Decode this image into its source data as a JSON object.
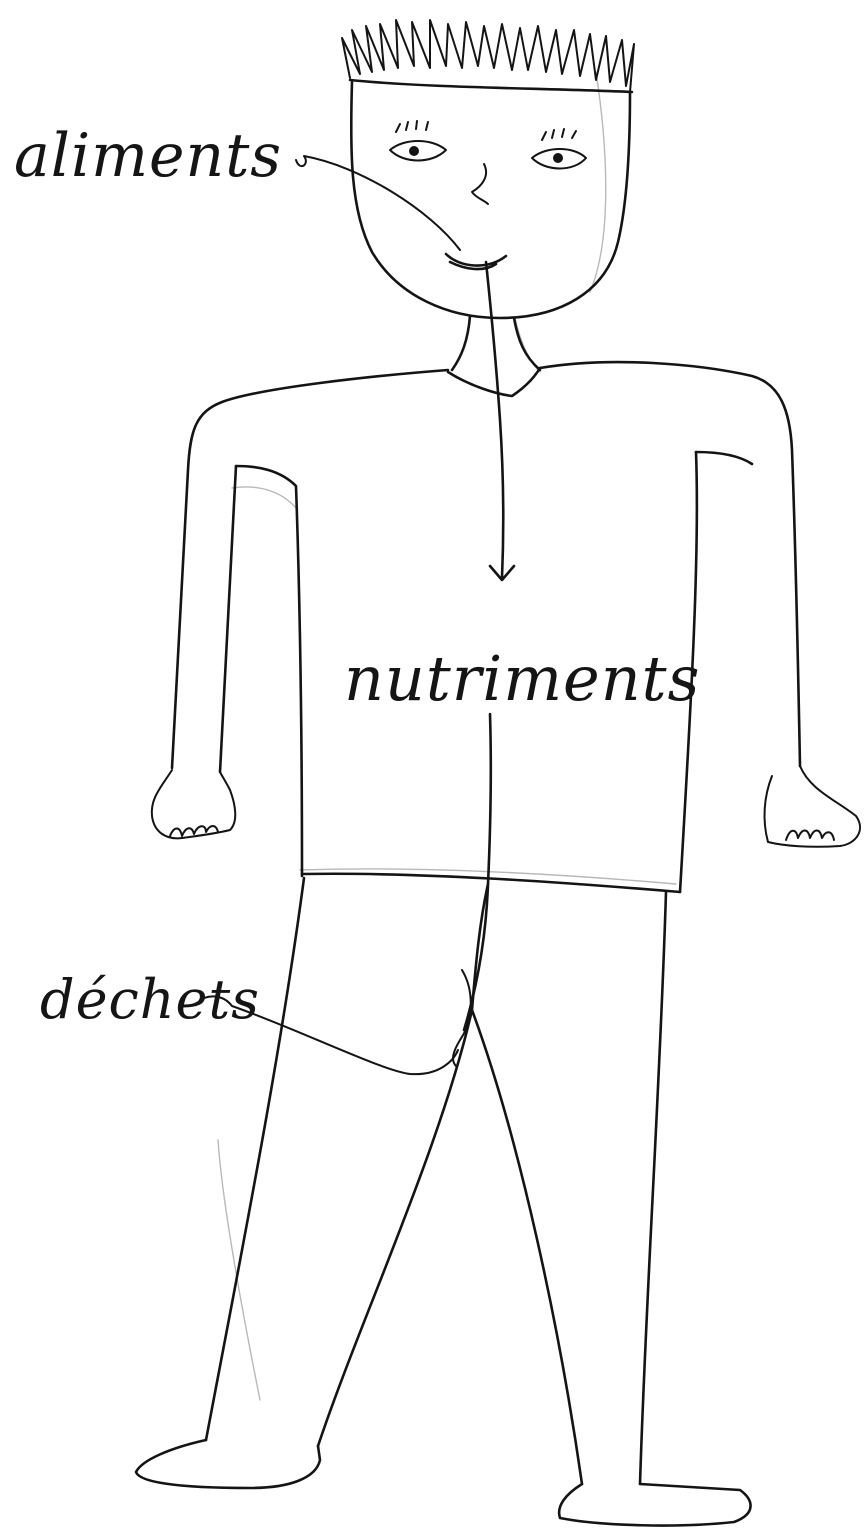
{
  "diagram": {
    "labels": {
      "food": "aliments",
      "nutrients": "nutriments",
      "waste": "déchets"
    },
    "colors": {
      "ink": "#141414",
      "paper": "#ffffff",
      "pencil": "#b9b9b9"
    }
  }
}
